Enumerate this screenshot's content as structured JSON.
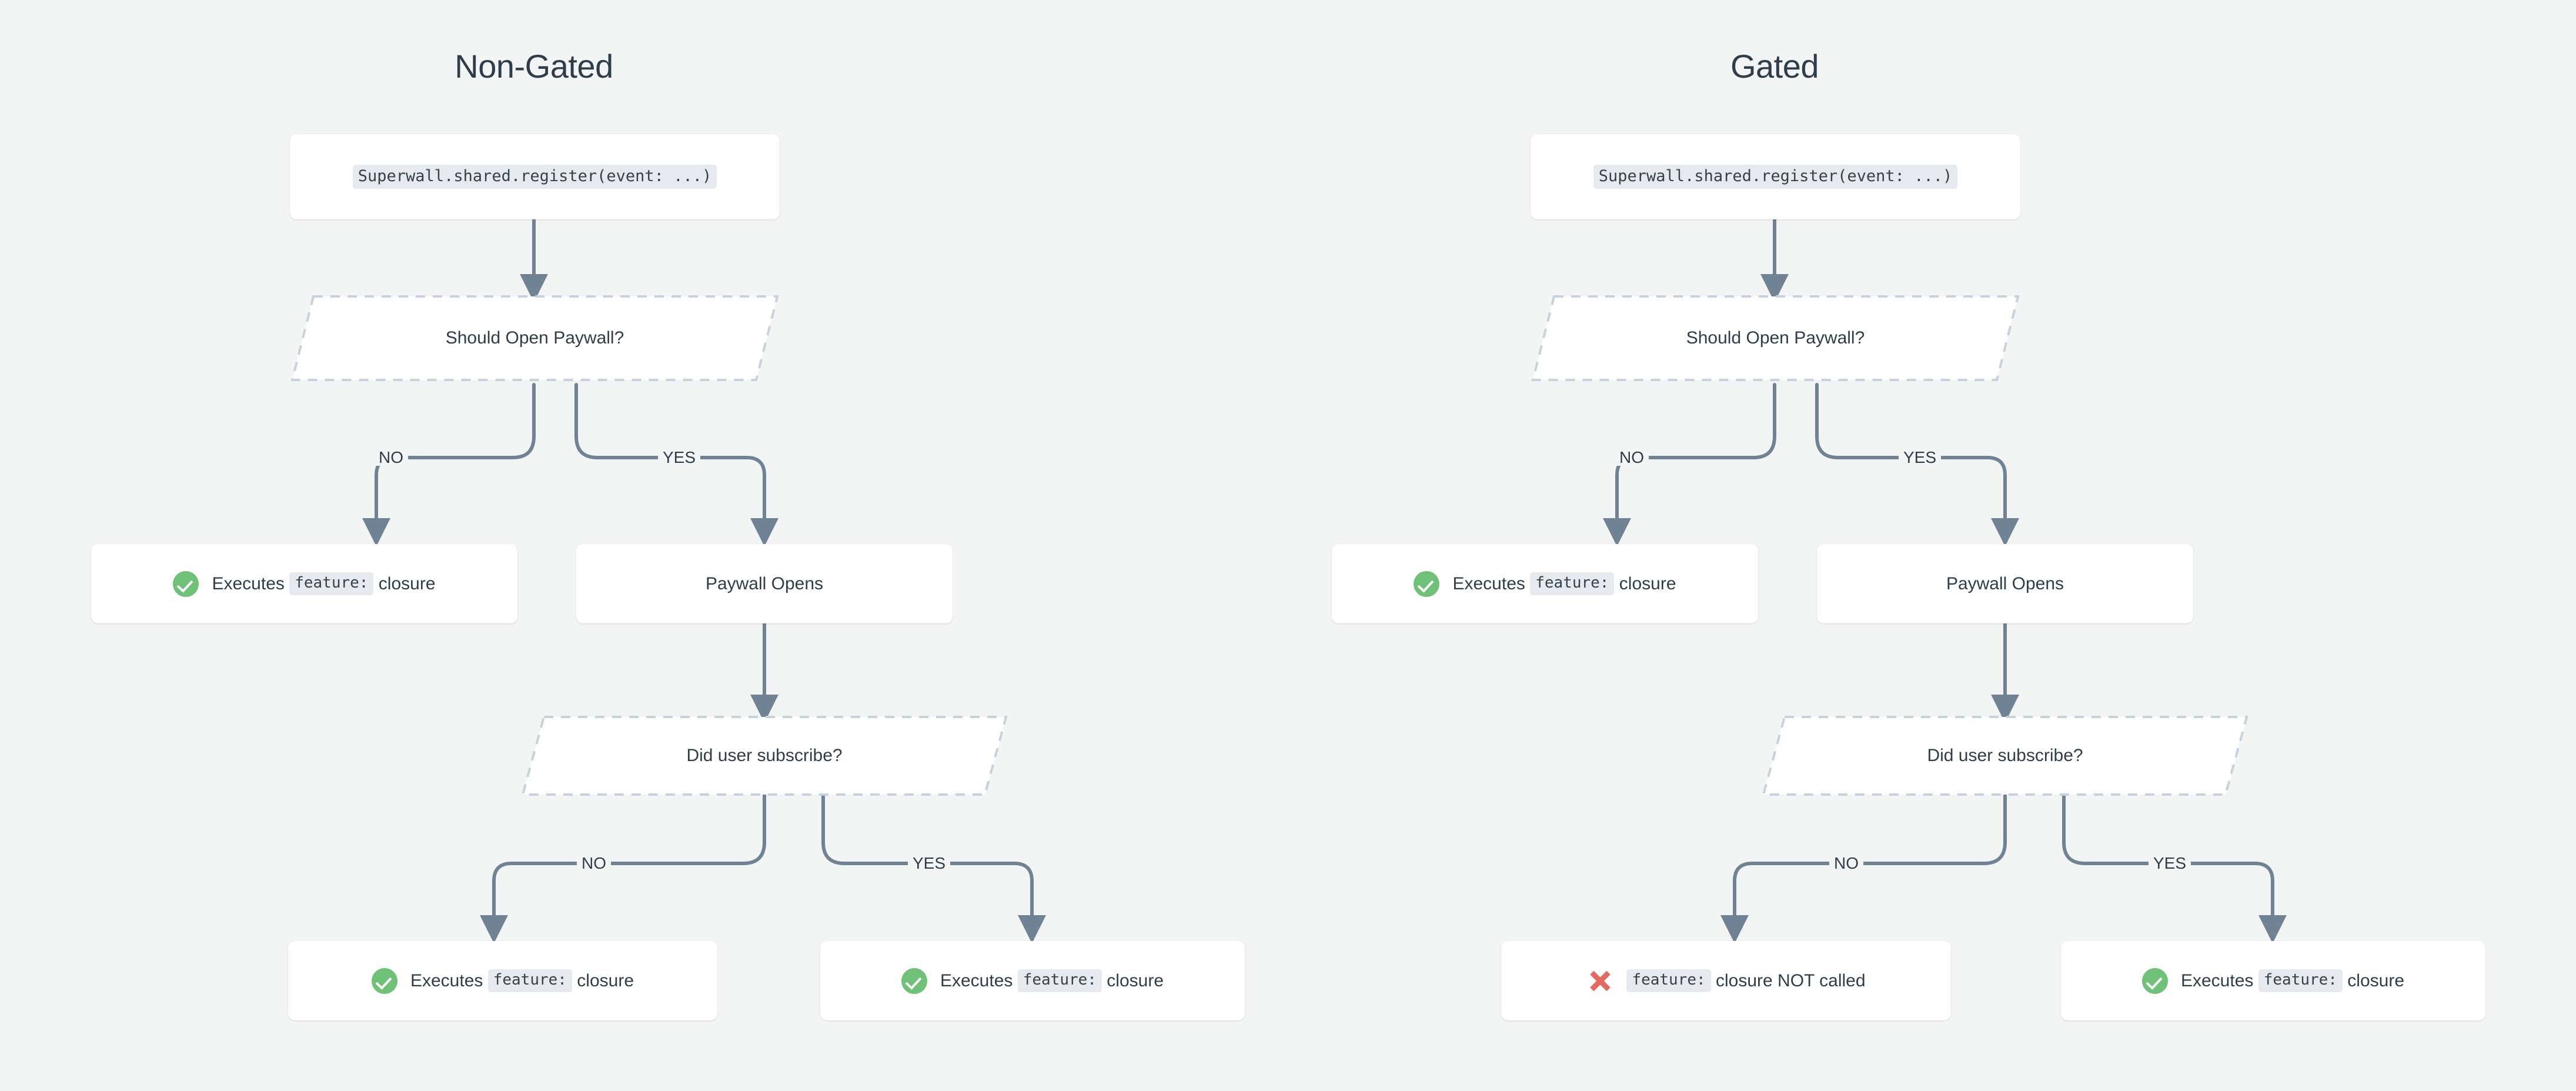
{
  "page": {
    "background_color": "#f3f4f4",
    "text_color": "#2e3d4a",
    "accent_green": "#6ec177",
    "accent_red": "#e4695e",
    "connector_color": "#6f8395",
    "decision_border_color": "#c6d2dd",
    "code_bg_color": "#e6eaee"
  },
  "columns": [
    {
      "title": "Non-Gated",
      "nodes": {
        "entry": {
          "code": "Superwall.shared.register(event: ...)"
        },
        "decision1": {
          "label": "Should Open Paywall?"
        },
        "no_branch": {
          "icon": "check-circle-icon",
          "prefix": "Executes ",
          "code": "feature:",
          "suffix": " closure"
        },
        "yes_branch": {
          "label": "Paywall Opens"
        },
        "decision2": {
          "label": "Did user subscribe?"
        },
        "sub_no": {
          "icon": "check-circle-icon",
          "prefix": "Executes ",
          "code": "feature:",
          "suffix": " closure"
        },
        "sub_yes": {
          "icon": "check-circle-icon",
          "prefix": "Executes ",
          "code": "feature:",
          "suffix": " closure"
        }
      },
      "edges": {
        "no": "NO",
        "yes": "YES",
        "sub_no": "NO",
        "sub_yes": "YES"
      }
    },
    {
      "title": "Gated",
      "nodes": {
        "entry": {
          "code": "Superwall.shared.register(event: ...)"
        },
        "decision1": {
          "label": "Should Open Paywall?"
        },
        "no_branch": {
          "icon": "check-circle-icon",
          "prefix": "Executes ",
          "code": "feature:",
          "suffix": " closure"
        },
        "yes_branch": {
          "label": "Paywall Opens"
        },
        "decision2": {
          "label": "Did user subscribe?"
        },
        "sub_no": {
          "icon": "x-mark-icon",
          "prefix": "",
          "code": "feature:",
          "suffix": " closure NOT called"
        },
        "sub_yes": {
          "icon": "check-circle-icon",
          "prefix": "Executes ",
          "code": "feature:",
          "suffix": " closure"
        }
      },
      "edges": {
        "no": "NO",
        "yes": "YES",
        "sub_no": "NO",
        "sub_yes": "YES"
      }
    }
  ]
}
